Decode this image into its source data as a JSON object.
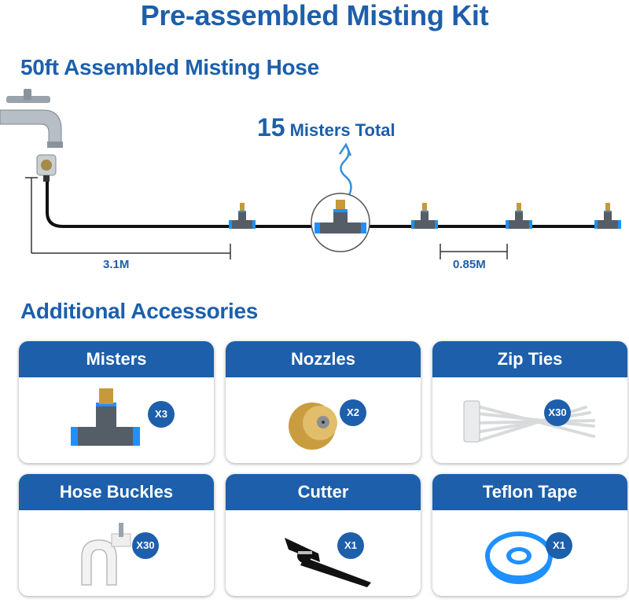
{
  "header": {
    "title": "Pre-assembled Misting Kit"
  },
  "hose": {
    "subtitle": "50ft Assembled Misting Hose",
    "misters_total_number": "15",
    "misters_total_text": "Misters Total",
    "start_distance": "3.1M",
    "spacing": "0.85M"
  },
  "accessories": {
    "title": "Additional Accessories",
    "items": [
      {
        "name": "Misters",
        "qty": "X3",
        "icon": "mister-tee-icon"
      },
      {
        "name": "Nozzles",
        "qty": "X2",
        "icon": "brass-nozzle-icon"
      },
      {
        "name": "Zip Ties",
        "qty": "X30",
        "icon": "zip-ties-icon"
      },
      {
        "name": "Hose Buckles",
        "qty": "X30",
        "icon": "hose-clip-icon"
      },
      {
        "name": "Cutter",
        "qty": "X1",
        "icon": "tube-cutter-icon"
      },
      {
        "name": "Teflon Tape",
        "qty": "X1",
        "icon": "teflon-tape-icon"
      }
    ]
  },
  "colors": {
    "brand_blue": "#1d5fab",
    "accent_blue": "#1e90ff",
    "hose": "#111111"
  }
}
